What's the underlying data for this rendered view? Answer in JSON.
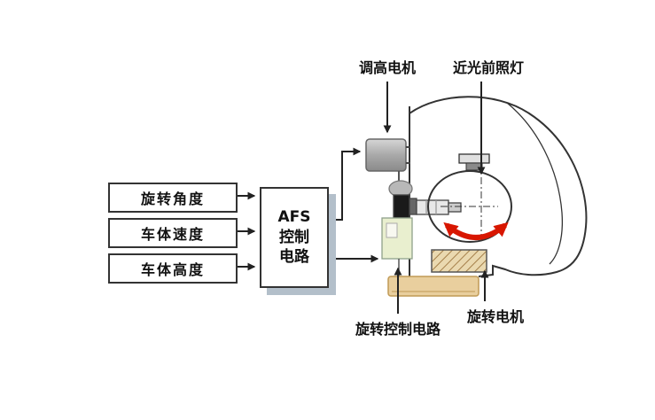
{
  "diagram": {
    "inputs": [
      {
        "label": "旋转角度"
      },
      {
        "label": "车体速度"
      },
      {
        "label": "车体高度"
      }
    ],
    "afs": {
      "lines": [
        "AFS",
        "控制",
        "电路"
      ]
    },
    "labels": {
      "height_motor": "调高电机",
      "low_beam_headlamp": "近光前照灯",
      "rotation_circuit": "旋转控制电路",
      "rotation_motor": "旋转电机"
    },
    "colors": {
      "line": "#222222",
      "red_arrow": "#d81600",
      "motor_gray": "#a9a9a9",
      "base_tan": "#e9cf9e",
      "circuit_green": "#e9efcf",
      "afs_shadow": "#b3bfca"
    }
  }
}
